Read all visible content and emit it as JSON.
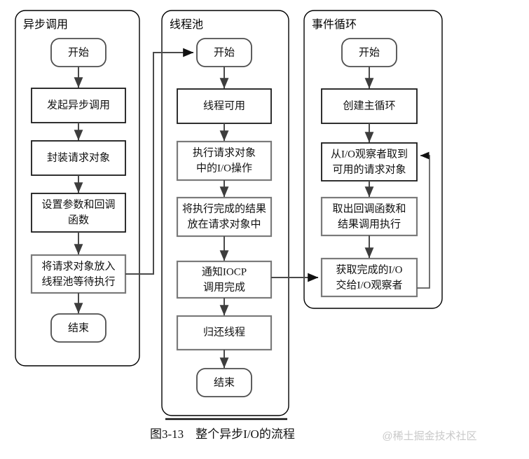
{
  "figure": {
    "caption": "图3-13　整个异步I/O的流程",
    "watermark": "@稀土掘金技术社区"
  },
  "colors": {
    "panel_border": "#000000",
    "box_border": "#7a7a7a",
    "box_border_dark": "#1a1a1a",
    "edge": "#4a4a4a",
    "background": "#ffffff",
    "watermark": "#c9c9c9"
  },
  "panels": [
    {
      "id": "async-call",
      "title": "异步调用",
      "nodes": [
        {
          "id": "p1-start",
          "type": "terminator",
          "label": "开始"
        },
        {
          "id": "p1-n1",
          "type": "process",
          "label": "发起异步调用"
        },
        {
          "id": "p1-n2",
          "type": "process",
          "label": "封装请求对象"
        },
        {
          "id": "p1-n3",
          "type": "process",
          "label": "设置参数和回调\n函数",
          "line1": "设置参数和回调",
          "line2": "函数"
        },
        {
          "id": "p1-n4",
          "type": "process",
          "label": "将请求对象放入\n线程池等待执行",
          "line1": "将请求对象放入",
          "line2": "线程池等待执行"
        },
        {
          "id": "p1-end",
          "type": "terminator",
          "label": "结束"
        }
      ]
    },
    {
      "id": "thread-pool",
      "title": "线程池",
      "nodes": [
        {
          "id": "p2-start",
          "type": "terminator",
          "label": "开始"
        },
        {
          "id": "p2-n1",
          "type": "process",
          "label": "线程可用"
        },
        {
          "id": "p2-n2",
          "type": "process",
          "label": "执行请求对象\n中的I/O操作",
          "line1": "执行请求对象",
          "line2": "中的I/O操作"
        },
        {
          "id": "p2-n3",
          "type": "process",
          "label": "将执行完成的结果\n放在请求对象中",
          "line1": "将执行完成的结果",
          "line2": "放在请求对象中"
        },
        {
          "id": "p2-n4",
          "type": "process",
          "label": "通知IOCP\n调用完成",
          "line1": "通知IOCP",
          "line2": "调用完成"
        },
        {
          "id": "p2-n5",
          "type": "process",
          "label": "归还线程"
        },
        {
          "id": "p2-end",
          "type": "terminator",
          "label": "结束"
        }
      ]
    },
    {
      "id": "event-loop",
      "title": "事件循环",
      "nodes": [
        {
          "id": "p3-start",
          "type": "terminator",
          "label": "开始"
        },
        {
          "id": "p3-n1",
          "type": "process",
          "label": "创建主循环"
        },
        {
          "id": "p3-n2",
          "type": "process",
          "label": "从I/O观察者取到\n可用的请求对象",
          "line1": "从I/O观察者取到",
          "line2": "可用的请求对象"
        },
        {
          "id": "p3-n3",
          "type": "process",
          "label": "取出回调函数和\n结果调用执行",
          "line1": "取出回调函数和",
          "line2": "结果调用执行"
        },
        {
          "id": "p3-n4",
          "type": "process",
          "label": "获取完成的I/O\n交给I/O观察者",
          "line1": "获取完成的I/O",
          "line2": "交给I/O观察者"
        }
      ]
    }
  ],
  "cross_edges": [
    {
      "id": "edge-pool-dispatch",
      "from": "p1-n4",
      "to": "p2-start",
      "description": "将请求对象放入线程池等待执行 → 线程池 开始"
    },
    {
      "id": "edge-iocp-notify",
      "from": "p2-n4",
      "to": "p3-n4",
      "description": "通知IOCP调用完成 → 获取完成的I/O交给I/O观察者"
    },
    {
      "id": "edge-loop-back",
      "from": "p3-n4",
      "to": "p3-n2",
      "description": "获取完成的I/O交给I/O观察者 → 从I/O观察者取到可用的请求对象"
    }
  ]
}
